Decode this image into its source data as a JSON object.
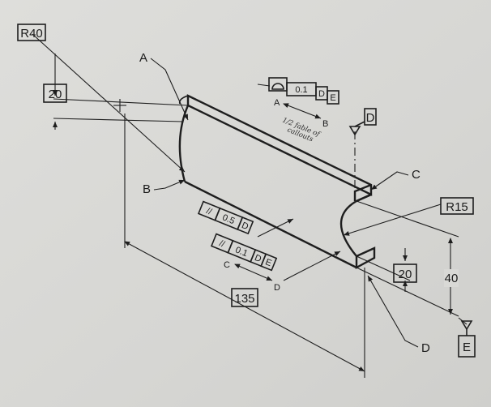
{
  "labels": {
    "A": "A",
    "B": "B",
    "C": "C",
    "D": "D",
    "E": "E"
  },
  "dimensions": {
    "radius_large": "R40",
    "radius_small": "R15",
    "left_thickness": "20",
    "right_thickness": "20",
    "height": "40",
    "length": "135"
  },
  "fcf_profile": {
    "tolerance": "0.1",
    "ref1": "D",
    "ref2": "E",
    "from": "A",
    "to": "B"
  },
  "fcf_parallel_1": {
    "symbol": "//",
    "tolerance": "0.5",
    "ref1": "D"
  },
  "fcf_parallel_2": {
    "symbol": "//",
    "tolerance": "0.1",
    "ref1": "D",
    "ref2": "E",
    "from": "C",
    "to": "D"
  },
  "datum_D": "D",
  "datum_E": "E",
  "handwritten_note": [
    "1/2 fable of",
    "callouts"
  ]
}
